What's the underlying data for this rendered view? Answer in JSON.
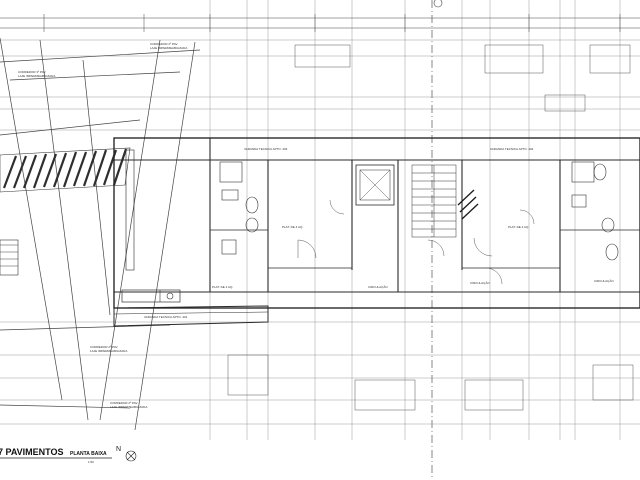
{
  "drawing": {
    "sheet_title": "7 PAVIMENTOS",
    "view_name": "PLANTA BAIXA",
    "scale": "1:50",
    "north_symbol": "N"
  },
  "labels": {
    "limit_top_1": "CORREDOR 2º PAV.",
    "limit_top_2": "LAJE IMPERMEABILIZADA",
    "limit_left_1": "CORREDOR 3º PAV.",
    "limit_left_2": "LAJE IMPERMEABILIZADA",
    "varanda_1": "VARANDA TECNICA APTO. 403",
    "varanda_2": "VARANDA TECNICA APTO. 404",
    "varanda_3": "VARANDA TECNICA APTO. 401",
    "circ_1": "CIRCULAÇÃO",
    "circ_2": "CIRCULAÇÃO",
    "circ_3": "CIRCULAÇÃO",
    "plat_1": "PLAT. DE 4 AQ.",
    "plat_2": "PLAT. DE 4 AQ.",
    "plat_3": "PLAT. DE 4 AQ.",
    "bottom_1": "CORREDOR 2º PAV.",
    "bottom_2": "LAJE IMPERMEABILIZADA",
    "bottom_3": "CORREDOR 2º PAV.",
    "bottom_4": "LAJE IMPERMEABILIZADA"
  },
  "colors": {
    "line": "#3a3a3a",
    "light_line": "#8a8a8a",
    "grid": "#b0b0b0",
    "hatch": "#2e2e2e",
    "paper": "#ffffff"
  }
}
